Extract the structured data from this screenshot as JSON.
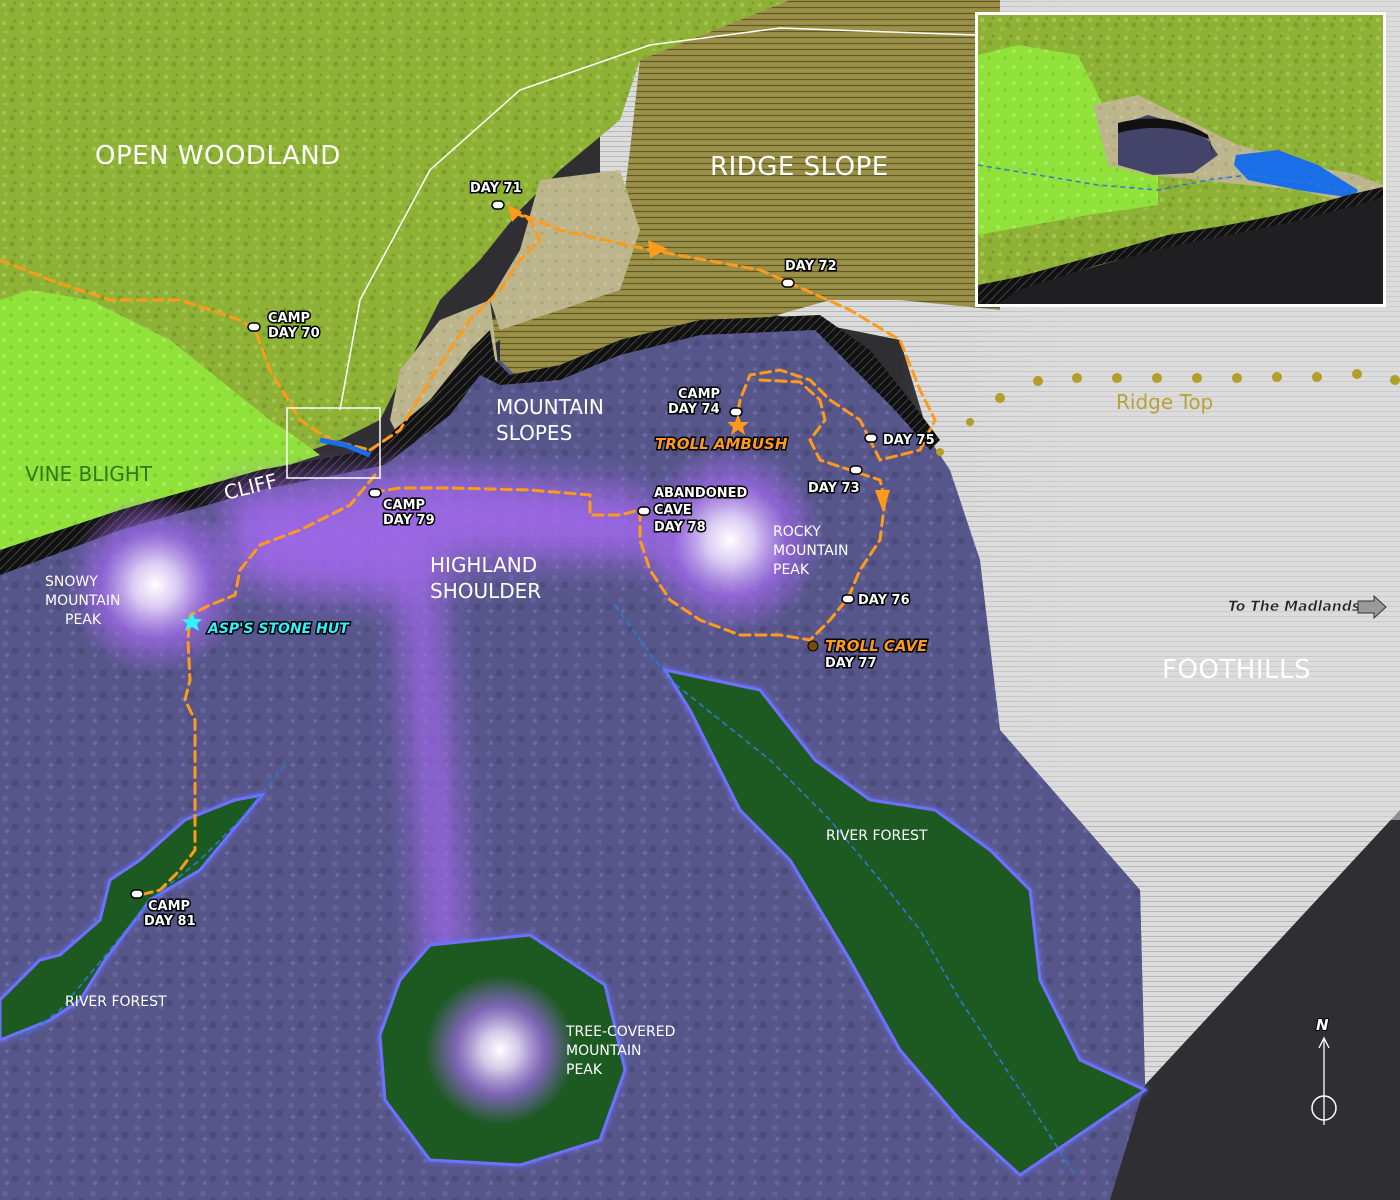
{
  "regions": {
    "open_woodland": "OPEN WOODLAND",
    "ridge_slope": "RIDGE SLOPE",
    "vine_blight": "VINE BLIGHT",
    "cliff": "CLIFF",
    "mountain_slopes_1": "MOUNTAIN",
    "mountain_slopes_2": "SLOPES",
    "highland_shoulder_1": "HIGHLAND",
    "highland_shoulder_2": "SHOULDER",
    "foothills": "FOOTHILLS",
    "ridge_top": "Ridge Top"
  },
  "features": {
    "snowy_peak": [
      "SNOWY",
      "MOUNTAIN",
      "PEAK"
    ],
    "rocky_peak": [
      "ROCKY",
      "MOUNTAIN",
      "PEAK"
    ],
    "tree_peak": [
      "TREE-COVERED",
      "MOUNTAIN",
      "PEAK"
    ],
    "river_forest_west": "RIVER FOREST",
    "river_forest_east": "RIVER FOREST"
  },
  "waypoints": {
    "day70": [
      "CAMP",
      "DAY 70"
    ],
    "day71": "DAY 71",
    "day72": "DAY 72",
    "day73": "DAY 73",
    "day74": [
      "CAMP",
      "DAY 74"
    ],
    "day75": "DAY 75",
    "day76": "DAY 76",
    "day77": "DAY 77",
    "day78": [
      "ABANDONED",
      "CAVE",
      "DAY 78"
    ],
    "day79": [
      "CAMP",
      "DAY 79"
    ],
    "day81": [
      "CAMP",
      "DAY 81"
    ]
  },
  "points_of_interest": {
    "troll_ambush": "TROLL AMBUSH",
    "troll_cave": "TROLL CAVE",
    "asp_hut": "ASP'S STONE HUT"
  },
  "exit_arrow": "To The Madlands",
  "compass": "N",
  "colors": {
    "woodland": "#8db236",
    "vine_blight": "#92e23c",
    "ridge_slope": "#8a8440",
    "sand": "#bdb58c",
    "mountains": "#56568a",
    "highland": "#a46af0",
    "river_forest": "#1c5a22",
    "foothills": "#d9d9d9",
    "route": "#ff9a1a",
    "water": "#1a6ee8"
  }
}
